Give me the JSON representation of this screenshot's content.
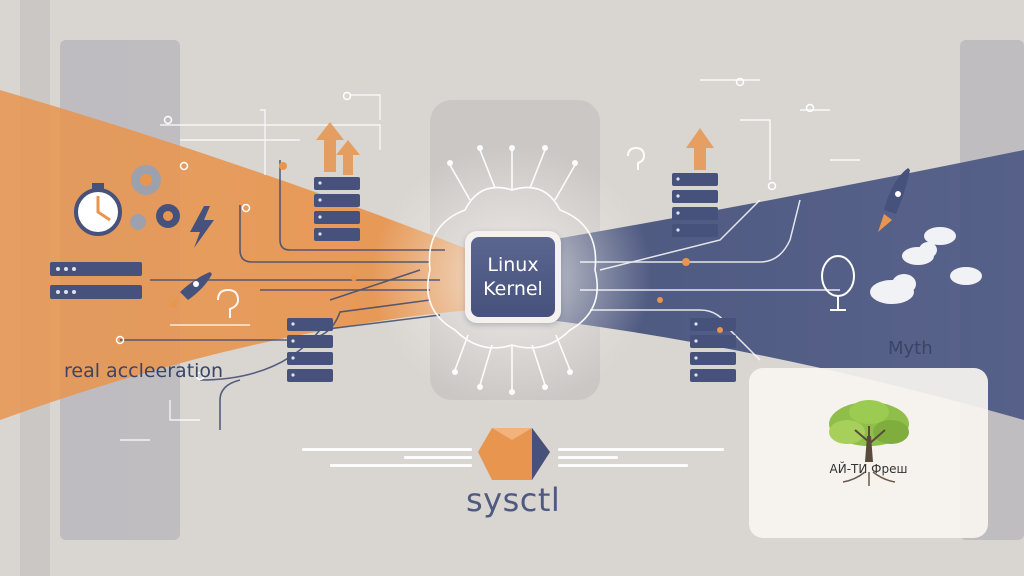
{
  "illustration": {
    "kernel_line1": "Linux",
    "kernel_line2": "Kernel",
    "left_caption": "real accleeration",
    "right_caption": "Myth",
    "tool_label": "sysctl",
    "brand_name": "АЙ-ТИ Фреш"
  },
  "colors": {
    "accent_orange": "#e8954f",
    "navy": "#46527c",
    "background": "#d9d5d0",
    "tree_green": "#8fbf4a"
  },
  "icons": [
    "stopwatch-icon",
    "gear-icon",
    "lightning-icon",
    "server-icon",
    "rocket-icon",
    "question-mark-icon",
    "up-arrow-icon",
    "brain-icon",
    "balloon-icon",
    "cloud-icon",
    "crystal-icon",
    "tree-icon"
  ]
}
